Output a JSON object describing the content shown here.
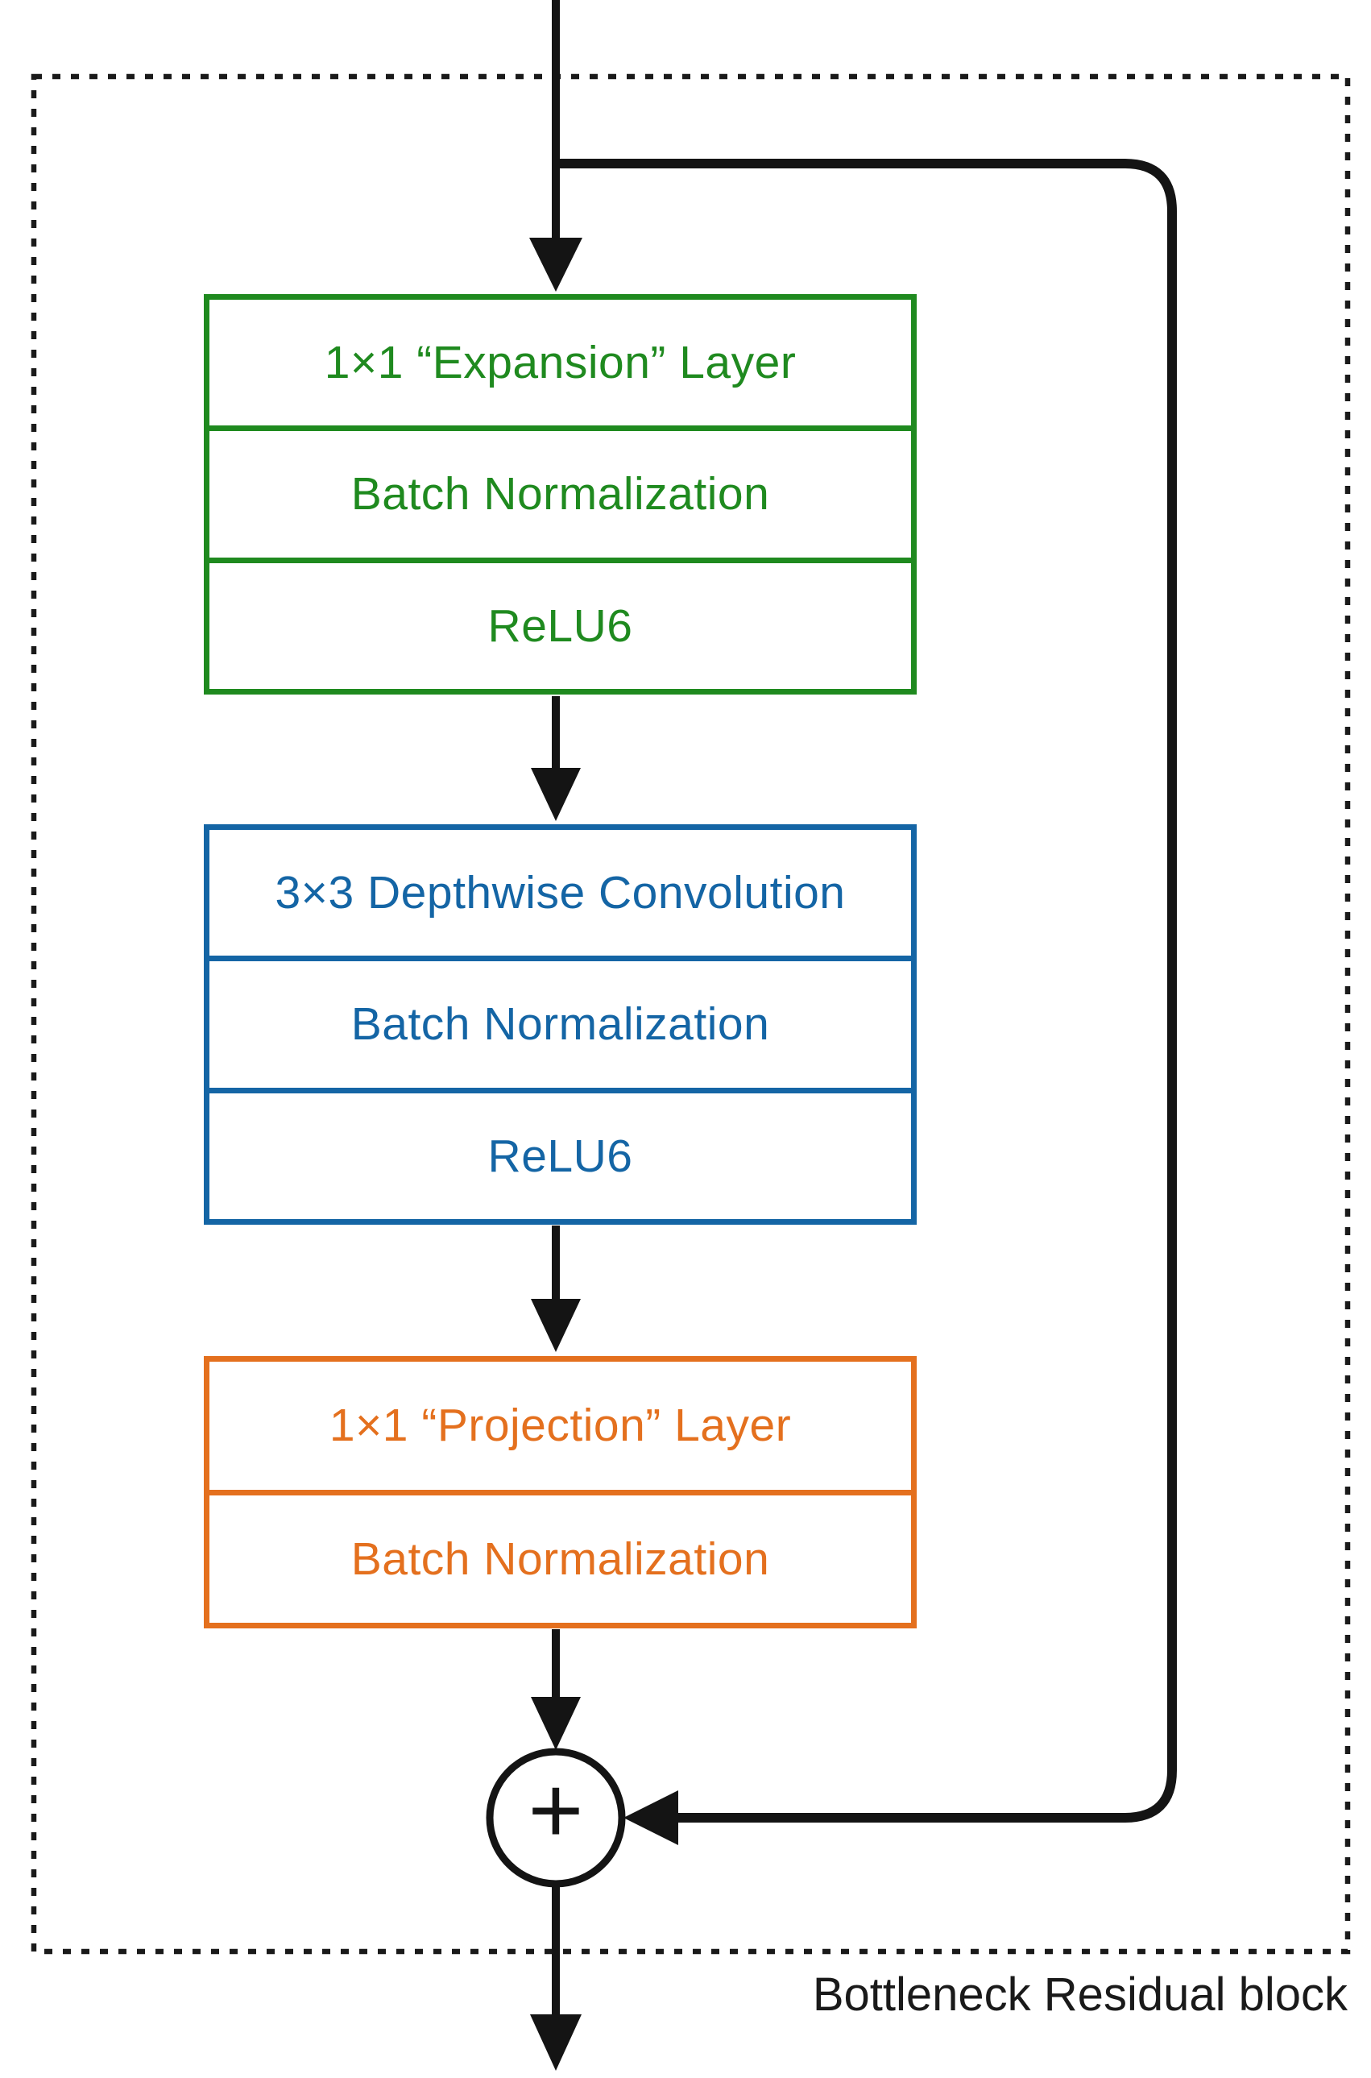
{
  "diagram": {
    "caption": "Bottleneck Residual block",
    "line_color": "#141414",
    "boundary_color": "#1a1a1a",
    "add_symbol": "+",
    "blocks": [
      {
        "id": "expansion",
        "color": "#1f8a1f",
        "rows": [
          "1×1 “Expansion” Layer",
          "Batch Normalization",
          "ReLU6"
        ]
      },
      {
        "id": "depthwise",
        "color": "#1465a5",
        "rows": [
          "3×3 Depthwise Convolution",
          "Batch Normalization",
          "ReLU6"
        ]
      },
      {
        "id": "projection",
        "color": "#e4701e",
        "rows": [
          "1×1 “Projection” Layer",
          "Batch Normalization"
        ]
      }
    ]
  }
}
